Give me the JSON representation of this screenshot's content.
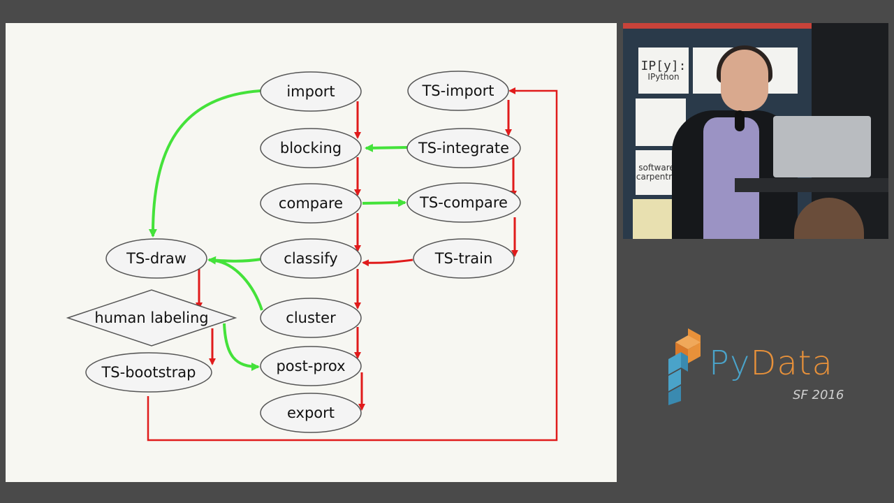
{
  "slide": {
    "nodes": {
      "import": "import",
      "blocking": "blocking",
      "compare": "compare",
      "classify": "classify",
      "cluster": "cluster",
      "post_prox": "post-prox",
      "export": "export",
      "ts_import": "TS-import",
      "ts_integrate": "TS-integrate",
      "ts_compare": "TS-compare",
      "ts_train": "TS-train",
      "ts_draw": "TS-draw",
      "human_labeling": "human labeling",
      "ts_bootstrap": "TS-bootstrap"
    },
    "colors": {
      "main_flow": "#e01b1b",
      "side_flow": "#44e23a",
      "node_stroke": "#555555",
      "node_fill": "#f4f4f4"
    }
  },
  "video": {
    "tiles": {
      "ipython_logo": "IP[y]:",
      "ipython_name": "IPython",
      "software_carpentry": "software carpentry"
    }
  },
  "event": {
    "name_part1": "Py",
    "name_part2": "Data",
    "edition": "SF 2016",
    "colors": {
      "py": "#4aa3c9",
      "data": "#e8913a"
    }
  }
}
